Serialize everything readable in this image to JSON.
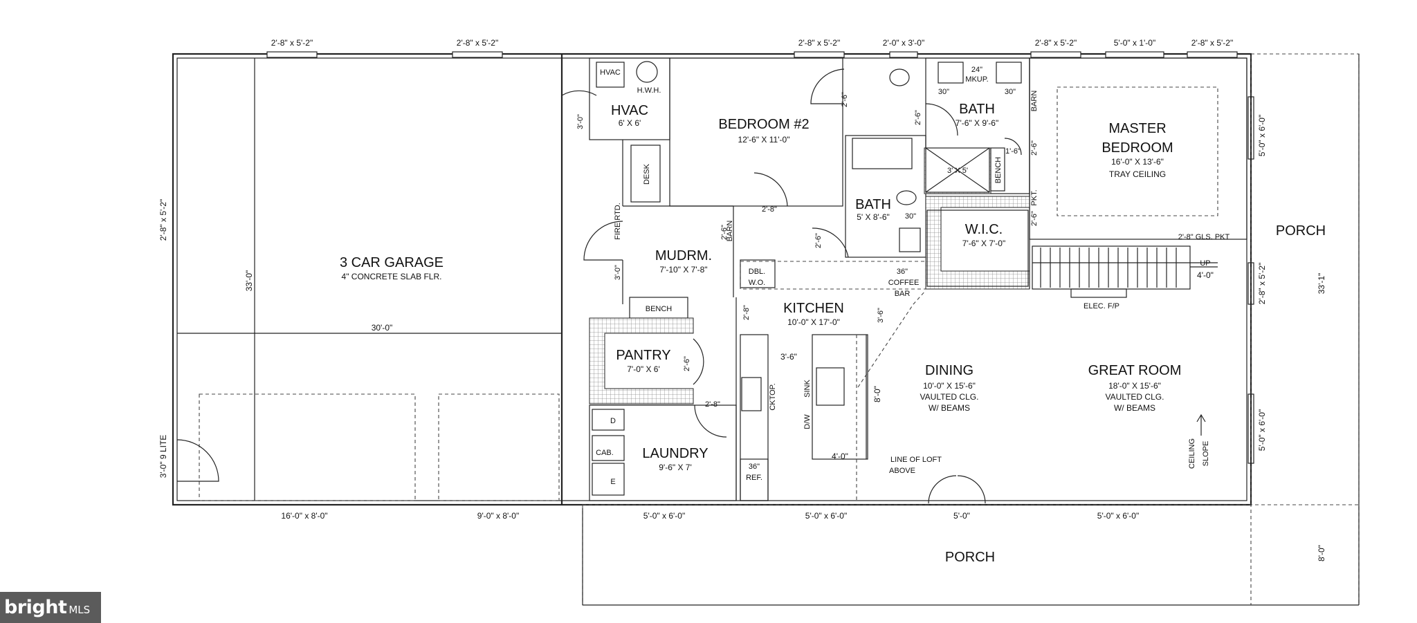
{
  "rooms": {
    "garage": {
      "name": "3 CAR GARAGE",
      "sub": "4\" CONCRETE SLAB FLR."
    },
    "hvac": {
      "name": "HVAC",
      "dims": "6' X 6'"
    },
    "bedroom2": {
      "name": "BEDROOM #2",
      "dims": "12'-6\" X 11'-0\""
    },
    "bath1": {
      "name": "BATH",
      "dims": "7'-6\" X 9'-6\""
    },
    "master": {
      "name1": "MASTER",
      "name2": "BEDROOM",
      "dims": "16'-0\" X 13'-6\"",
      "note": "TRAY CEILING"
    },
    "bath2": {
      "name": "BATH",
      "dims": "5' X 8'-6\""
    },
    "wic": {
      "name": "W.I.C.",
      "dims": "7'-6\" X 7'-0\""
    },
    "mudroom": {
      "name": "MUDRM.",
      "dims": "7'-10\" X 7'-8\""
    },
    "kitchen": {
      "name": "KITCHEN",
      "dims": "10'-0\" X 17'-0\""
    },
    "pantry": {
      "name": "PANTRY",
      "dims": "7'-0\" X 6'"
    },
    "laundry": {
      "name": "LAUNDRY",
      "dims": "9'-6\" X 7'"
    },
    "dining": {
      "name": "DINING",
      "dims": "10'-0\" X 15'-6\"",
      "note1": "VAULTED CLG.",
      "note2": "W/ BEAMS"
    },
    "great_room": {
      "name": "GREAT ROOM",
      "dims": "18'-0\" X 15'-6\"",
      "note1": "VAULTED CLG.",
      "note2": "W/ BEAMS"
    },
    "porch_bottom": {
      "name": "PORCH"
    },
    "porch_right": {
      "name": "PORCH"
    }
  },
  "window_labels": {
    "top": [
      "2'-8\" x 5'-2\"",
      "2'-8\" x 5'-2\"",
      "2'-8\" x 5'-2\"",
      "2'-0\" x 3'-0\"",
      "2'-8\" x 5'-2\"",
      "5'-0\" x 1'-0\"",
      "2'-8\" x 5'-2\""
    ],
    "bottom": [
      "16'-0\" x 8'-0\"",
      "9'-0\" x 8'-0\"",
      "5'-0\" x 6'-0\"",
      "5'-0\" x 6'-0\"",
      "5'-0\"",
      "5'-0\" x 6'-0\""
    ],
    "left": "2'-8\" x 5'-2\"",
    "left_door": "3'-0\" 9 LITE",
    "right": [
      "5'-0\" x 6'-0\"",
      "2'-8\" x 5'-2\"",
      "5'-0\" x 6'-0\""
    ]
  },
  "dimensions": {
    "garage_depth": "33'-0\"",
    "garage_width": "30'-0\"",
    "overall_depth": "33'-1\"",
    "porch_depth": "8'-0\"",
    "island_len": "8'-0\"",
    "island_w": "4'-0\"",
    "aisle": "3'-6\"",
    "stair_run": "4'-0\""
  },
  "fixtures": {
    "hvac_unit": "HVAC",
    "hwh": "H.W.H.",
    "desk": "DESK",
    "fire_rtd": "FIRE RTD.",
    "bench_mud": "BENCH",
    "bench_bath": "BENCH",
    "shower": "3' X 5'",
    "mkup1": "24\"",
    "mkup2": "MKUP.",
    "vanity_l": "30\"",
    "vanity_r": "30\"",
    "bath2_vanity": "30\"",
    "dbl1": "DBL.",
    "dbl2": "W.O.",
    "coffee1": "36\"",
    "coffee2": "COFFEE",
    "coffee3": "BAR",
    "cktop": "CKTOP.",
    "sink": "SINK",
    "dw": "D/W",
    "ref1": "36\"",
    "ref2": "REF.",
    "cab": "CAB.",
    "dryer": "D",
    "washer": "E",
    "elec_fp": "ELEC. F/P",
    "gls_pkt": "2'-8\" GLS. PKT",
    "up": "UP",
    "loft1": "LINE OF LOFT",
    "loft2": "ABOVE",
    "ceiling1": "CEILING",
    "ceiling2": "SLOPE",
    "pkt": "PKT.",
    "barn1": "BARN",
    "barn2": "BARN"
  },
  "door_labels": [
    "3'-0\"",
    "2'-6\"",
    "2'-6\"",
    "2'-8\"",
    "2'-6\"",
    "3'-0\"",
    "2'-6\"",
    "2'-8\"",
    "2'-6\"",
    "2'-8\"",
    "1'-6\"",
    "2'-6\"",
    "2'-6\"",
    "3'-6\""
  ],
  "logo": {
    "brand": "bright",
    "suffix": "MLS"
  }
}
